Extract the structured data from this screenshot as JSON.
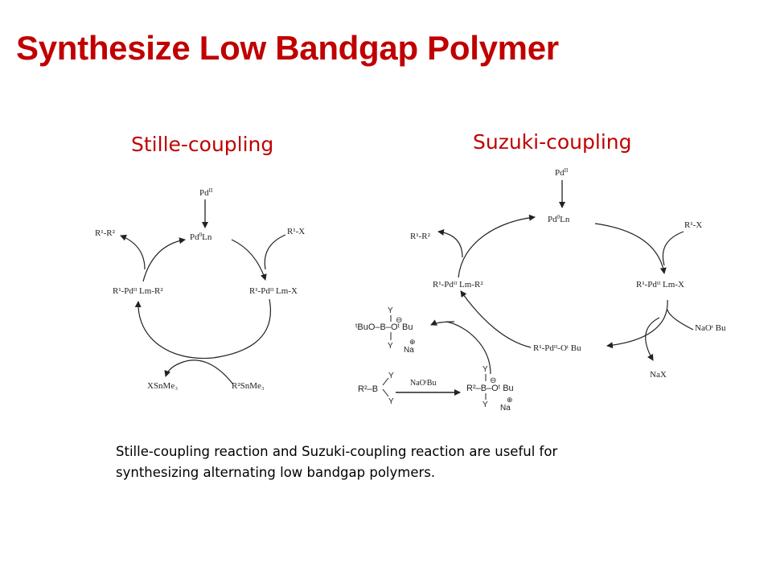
{
  "slide": {
    "title": "Synthesize Low Bandgap Polymer",
    "caption_line1": "Stille-coupling reaction and Suzuki-coupling reaction are useful for",
    "caption_line2": "synthesizing alternating low bandgap polymers."
  },
  "stille": {
    "heading": "Stille-coupling",
    "catalyst_base": "Pd",
    "catalyst_sup": "II",
    "active_base": "Pd",
    "active_sup": "0",
    "active_rest": "Ln",
    "reagent_halide": "R¹-X",
    "intermediate_ox": "R¹-Pdᴵᴵ Lm-X",
    "intermediate_trans": "R¹-Pdᴵᴵ Lm-R²",
    "product": "R¹-R²",
    "tin_reagent": "R²SnMe₃",
    "tin_byproduct": "XSnMe₃"
  },
  "suzuki": {
    "heading": "Suzuki-coupling",
    "catalyst_base": "Pd",
    "catalyst_sup": "II",
    "active_base": "Pd",
    "active_sup": "0",
    "active_rest": "Ln",
    "reagent_halide": "R¹-X",
    "intermediate_ox": "R¹-Pdᴵᴵ Lm-X",
    "intermediate_alkoxide": "R¹-Pdᴵᴵ-Oᵗ Bu",
    "intermediate_trans": "R¹-Pdᴵᴵ Lm-R²",
    "product": "R¹-R²",
    "base_in": "NaOᵗ Bu",
    "salt_out": "NaX",
    "borane": "R²–B",
    "borate_activation_reagent": "NaOᵗBu",
    "borate": "R²–B–Oᵗ Bu",
    "borate_byproduct": "ᵗBuO–B–Oᵗ Bu",
    "boron_substituent": "Y",
    "sodium": "Na",
    "minus_charge": "⊖",
    "plus_charge": "⊕"
  }
}
